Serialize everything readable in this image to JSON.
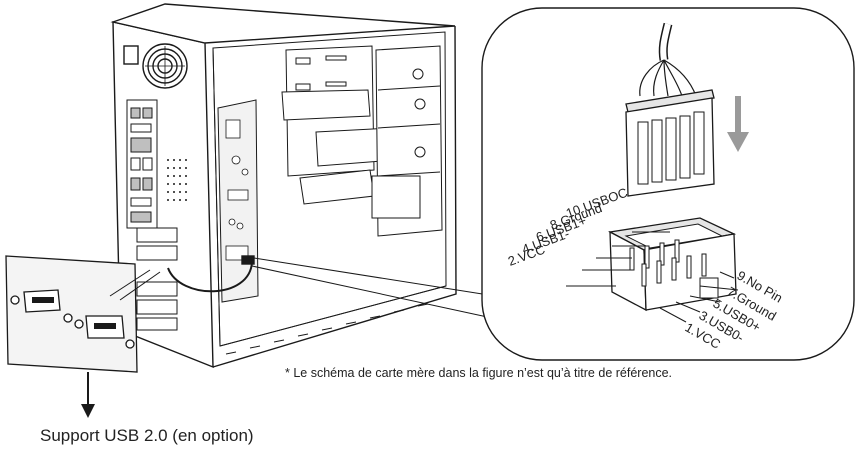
{
  "pin_labels_left": [
    "10.USBOC",
    "8.Ground",
    "6.USB1+",
    "4.USB1-",
    "2.VCC"
  ],
  "pin_labels_right": [
    "9.No Pin",
    "7.Ground",
    "5.USB0+",
    "3.USB0-",
    "1.VCC"
  ],
  "footnote": "* Le schéma de carte mère dans la figure n’est qu’à titre de référence.",
  "support_label": "Support USB 2.0 (en option)",
  "colors": {
    "line": "#1a1a1a",
    "fill_gray": "#e6e6e6",
    "dark_gray": "#9a9a9a"
  }
}
